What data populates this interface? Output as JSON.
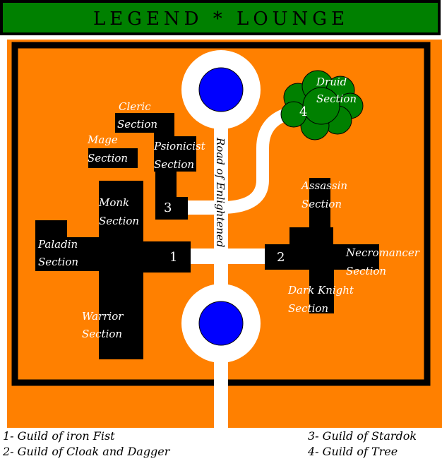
{
  "title": "LEGEND * LOUNGE",
  "road": {
    "label": "Road of Enlightened"
  },
  "sections": {
    "cleric": [
      "Cleric",
      "Section"
    ],
    "mage": [
      "Mage",
      "Section"
    ],
    "psionicist": [
      "Psionicist",
      "Section"
    ],
    "monk": [
      "Monk",
      "Section"
    ],
    "paladin": [
      "Paladin",
      "Section"
    ],
    "warrior": [
      "Warrior",
      "Section"
    ],
    "druid": [
      "Druid",
      "Section"
    ],
    "assassin": [
      "Assassin",
      "Section"
    ],
    "necromancer": [
      "Necromancer",
      "Section"
    ],
    "dark_knight": [
      "Dark Knight",
      "Section"
    ]
  },
  "guild_numbers": {
    "g1": "1",
    "g2": "2",
    "g3": "3",
    "g4": "4"
  },
  "legend": {
    "g1": "1- Guild of iron Fist",
    "g2": "2- Guild of Cloak and Dagger",
    "g3": "3- Guild of Stardok",
    "g4": "4- Guild of Tree"
  },
  "colors": {
    "title_bar": "#008000",
    "ground": "#ff8000",
    "walls": "#000000",
    "road": "#ffffff",
    "fountain": "#0000ff",
    "tree": "#008000"
  }
}
